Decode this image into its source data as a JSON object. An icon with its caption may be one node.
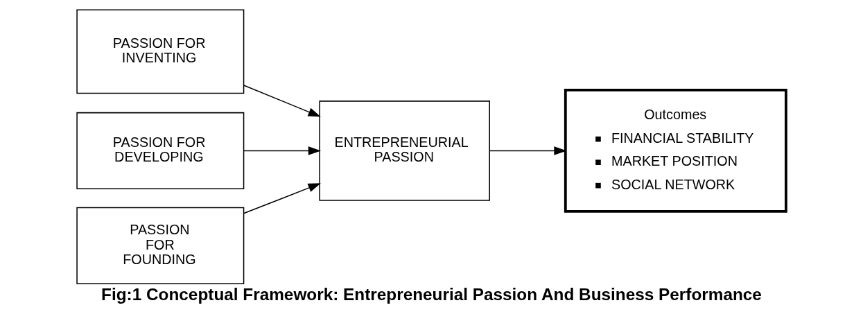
{
  "diagram": {
    "caption": "Fig:1 Conceptual Framework: Entrepreneurial Passion And Business Performance",
    "nodes": [
      {
        "text": [
          "PASSION FOR INVENTING"
        ]
      },
      {
        "text": [
          "PASSION FOR DEVELOPING"
        ]
      },
      {
        "text": [
          "PASSION FOR FOUNDING"
        ]
      },
      {
        "text": [
          "ENTREPRENEURIAL PASSION"
        ]
      },
      {
        "text": [
          "Outcomes",
          "FINANCIAL STABILITY",
          "MARKET POSITION",
          "SOCIAL NETWORK"
        ]
      }
    ],
    "edges": [
      {
        "from": 0,
        "to": 3,
        "arrow": "to"
      },
      {
        "from": 1,
        "to": 3,
        "arrow": "to"
      },
      {
        "from": 2,
        "to": 3,
        "arrow": "to"
      },
      {
        "from": 3,
        "to": 4,
        "arrow": "to"
      }
    ]
  }
}
